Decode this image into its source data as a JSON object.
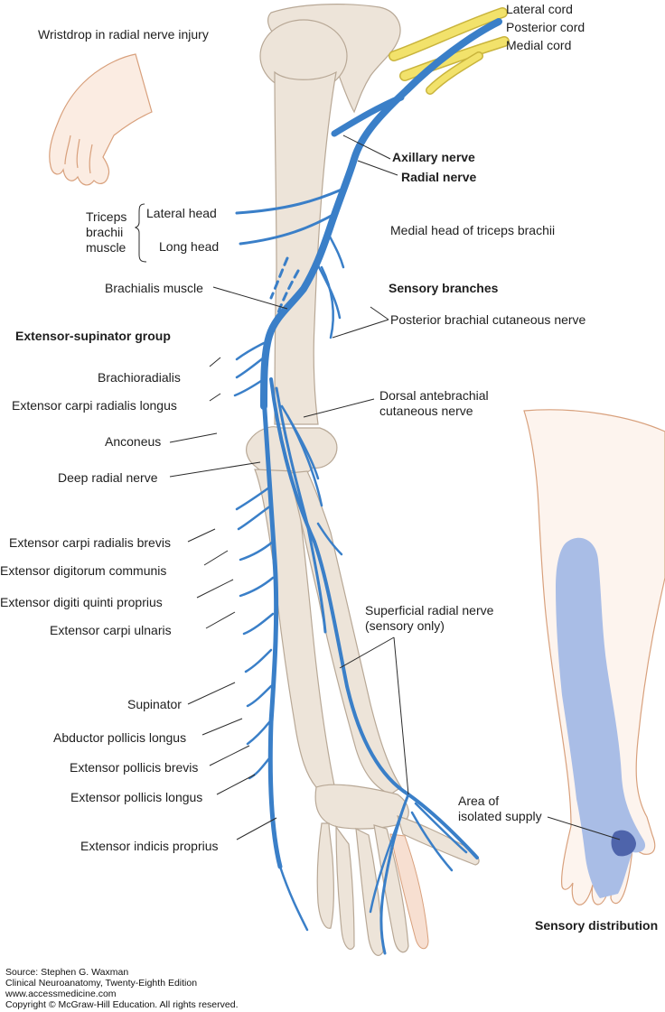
{
  "colors": {
    "nerve": "#3a7fc8",
    "cord": "#f2e26b",
    "bone": "#ede4d9",
    "skin": "#fbece2",
    "sensory_area": "#a9bde6",
    "isolated_area": "#4e64ab",
    "leader": "#2b2b2b"
  },
  "labels": {
    "wristdrop": "Wristdrop in radial nerve injury",
    "lateral_cord": "Lateral cord",
    "posterior_cord": "Posterior cord",
    "medial_cord": "Medial cord",
    "axillary_nerve": "Axillary nerve",
    "radial_nerve": "Radial nerve",
    "triceps_1": "Triceps",
    "triceps_2": "brachii",
    "triceps_3": "muscle",
    "lateral_head": "Lateral head",
    "long_head": "Long head",
    "medial_head": "Medial head of triceps brachii",
    "brachialis": "Brachialis muscle",
    "sensory_branches": "Sensory branches",
    "posterior_brachial": "Posterior brachial cutaneous nerve",
    "extensor_supinator": "Extensor-supinator group",
    "brachioradialis": "Brachioradialis",
    "ecrl": "Extensor carpi radialis longus",
    "anconeus": "Anconeus",
    "deep_radial": "Deep radial nerve",
    "dorsal_antebrachial_1": "Dorsal antebrachial",
    "dorsal_antebrachial_2": "cutaneous nerve",
    "ecrb": "Extensor carpi radialis brevis",
    "edc": "Extensor digitorum communis",
    "edqp": "Extensor digiti quinti proprius",
    "ecu": "Extensor carpi ulnaris",
    "superficial_1": "Superficial radial nerve",
    "superficial_2": "(sensory only)",
    "supinator": "Supinator",
    "apl": "Abductor pollicis longus",
    "epb": "Extensor pollicis brevis",
    "epl": "Extensor pollicis longus",
    "eip": "Extensor indicis proprius",
    "area_1": "Area of",
    "area_2": "isolated supply",
    "sensory_distribution": "Sensory distribution"
  },
  "source": {
    "line1": "Source: Stephen G. Waxman",
    "line2": "Clinical Neuroanatomy, Twenty-Eighth Edition",
    "line3": "www.accessmedicine.com",
    "line4": "Copyright © McGraw-Hill Education. All rights reserved."
  }
}
